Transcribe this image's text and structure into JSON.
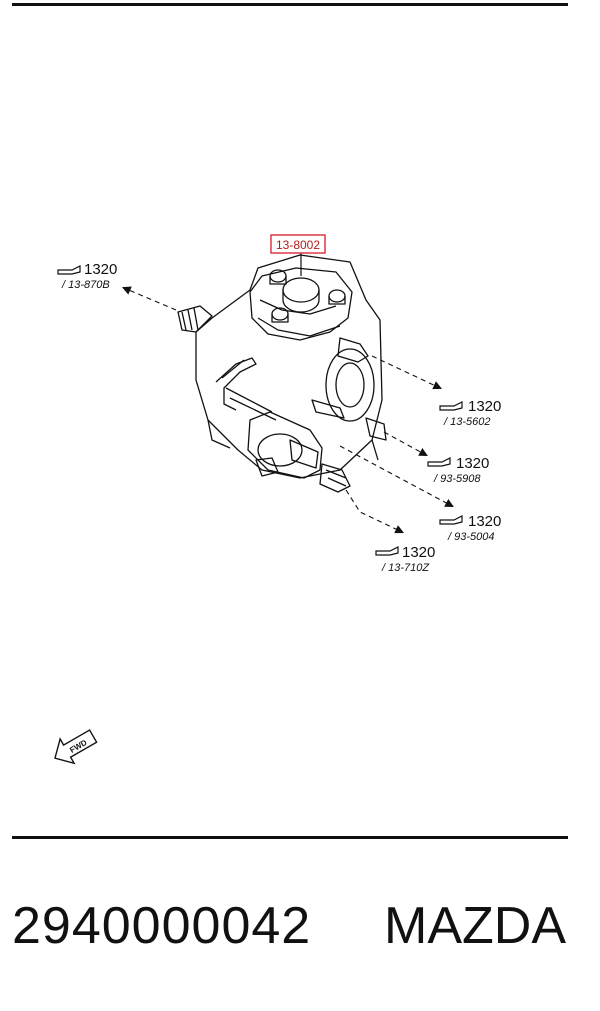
{
  "diagram": {
    "part_label": "13-8002",
    "fwd_label": "FWD",
    "references": [
      {
        "id": "ref-1",
        "page": "1320",
        "sub": "/ 13-870B"
      },
      {
        "id": "ref-2",
        "page": "1320",
        "sub": "/ 13-5602"
      },
      {
        "id": "ref-3",
        "page": "1320",
        "sub": "/ 93-5908"
      },
      {
        "id": "ref-4",
        "page": "1320",
        "sub": "/ 93-5004"
      },
      {
        "id": "ref-5",
        "page": "1320",
        "sub": "/ 13-710Z"
      }
    ],
    "highlight_color": "#e0394a"
  },
  "footer": {
    "part_number": "2940000042",
    "brand": "MAZDA"
  }
}
